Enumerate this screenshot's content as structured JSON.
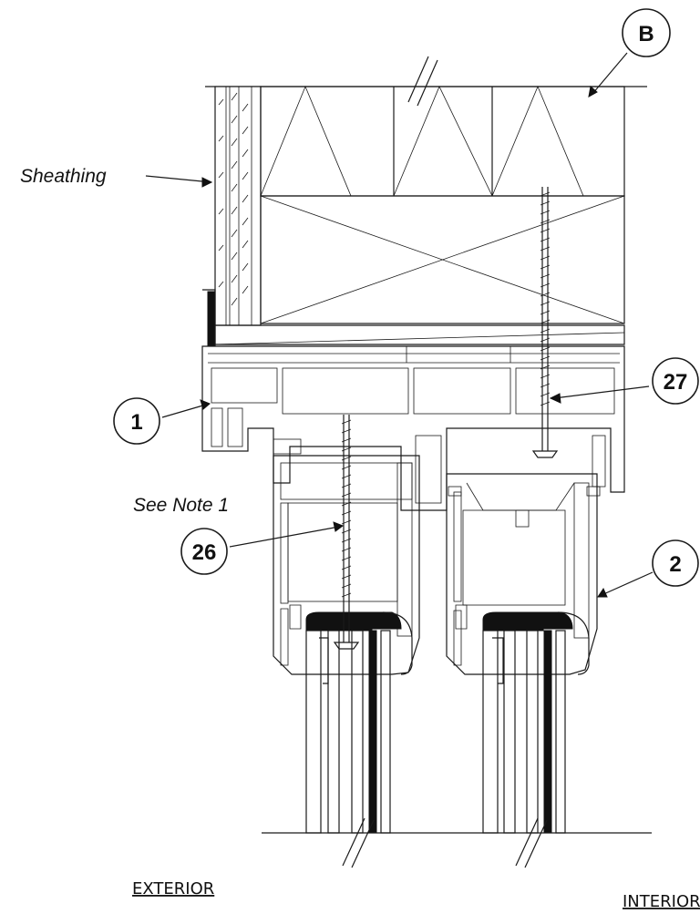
{
  "labels": {
    "sheathing": "Sheathing",
    "see_note": "See Note 1",
    "exterior": "EXTERIOR",
    "interior": "INTERIOR"
  },
  "callouts": {
    "b": "B",
    "c1": "1",
    "c27": "27",
    "c26": "26",
    "c2": "2"
  },
  "colors": {
    "line": "#1a1a1a",
    "fill_dark": "#111111",
    "background": "#ffffff"
  }
}
